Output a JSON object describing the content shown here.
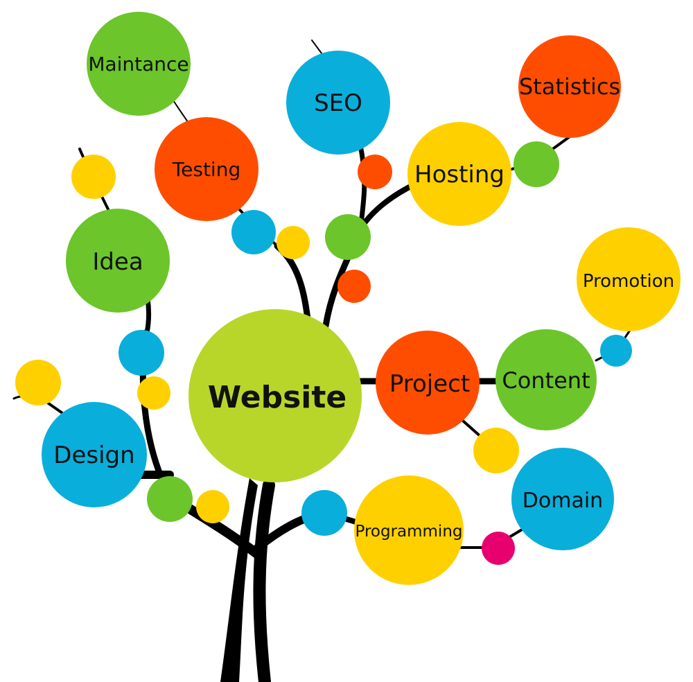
{
  "diagram": {
    "center": {
      "label": "Website",
      "color": "#b8d62a"
    },
    "nodes": [
      {
        "id": "maintance",
        "label": "Maintance",
        "color": "#6cc52b"
      },
      {
        "id": "seo",
        "label": "SEO",
        "color": "#0aaedb"
      },
      {
        "id": "statistics",
        "label": "Statistics",
        "color": "#ff4d00"
      },
      {
        "id": "testing",
        "label": "Testing",
        "color": "#ff4d00"
      },
      {
        "id": "hosting",
        "label": "Hosting",
        "color": "#ffd000"
      },
      {
        "id": "idea",
        "label": "Idea",
        "color": "#6cc52b"
      },
      {
        "id": "promotion",
        "label": "Promotion",
        "color": "#ffd000"
      },
      {
        "id": "project",
        "label": "Project",
        "color": "#ff4d00"
      },
      {
        "id": "content",
        "label": "Content",
        "color": "#6cc52b"
      },
      {
        "id": "design",
        "label": "Design",
        "color": "#0aaedb"
      },
      {
        "id": "domain",
        "label": "Domain",
        "color": "#0aaedb"
      },
      {
        "id": "programming",
        "label": "Programming",
        "color": "#ffd000"
      }
    ],
    "palette": {
      "green": "#6cc52b",
      "blue": "#0aaedb",
      "yellow": "#ffd000",
      "red": "#ff4d00",
      "pink": "#e8006f",
      "trunk": "#000000"
    }
  }
}
